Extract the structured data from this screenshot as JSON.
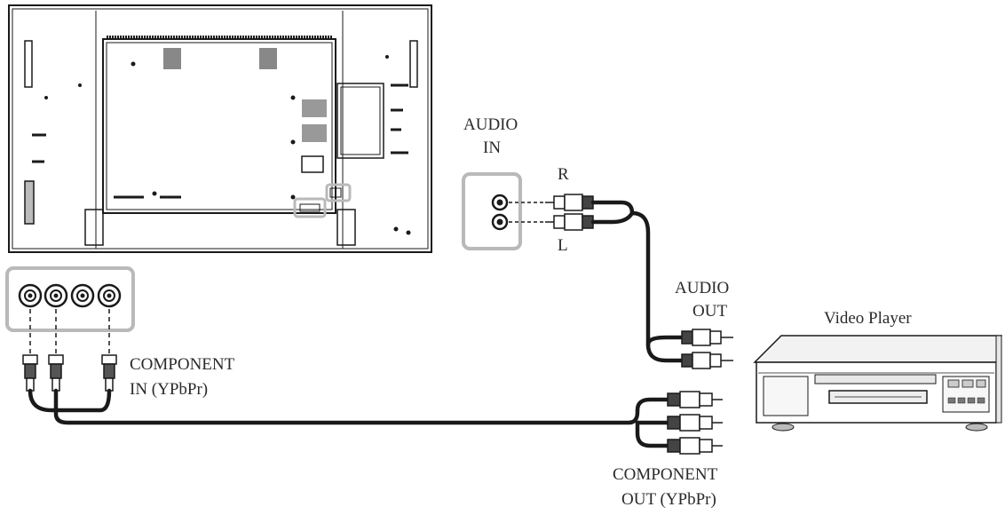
{
  "labels": {
    "audio_in_line1": "AUDIO",
    "audio_in_line2": "IN",
    "channel_r": "R",
    "channel_l": "L",
    "audio_out_line1": "AUDIO",
    "audio_out_line2": "OUT",
    "video_player": "Video Player",
    "component_in_line1": "COMPONENT",
    "component_in_line2": "IN (YPbPr)",
    "component_out_line1": "COMPONENT",
    "component_out_line2": "OUT (YPbPr)"
  },
  "colors": {
    "line": "#1a1a1a",
    "highlight": "#b9b9b9",
    "text": "#2a2a2a"
  }
}
